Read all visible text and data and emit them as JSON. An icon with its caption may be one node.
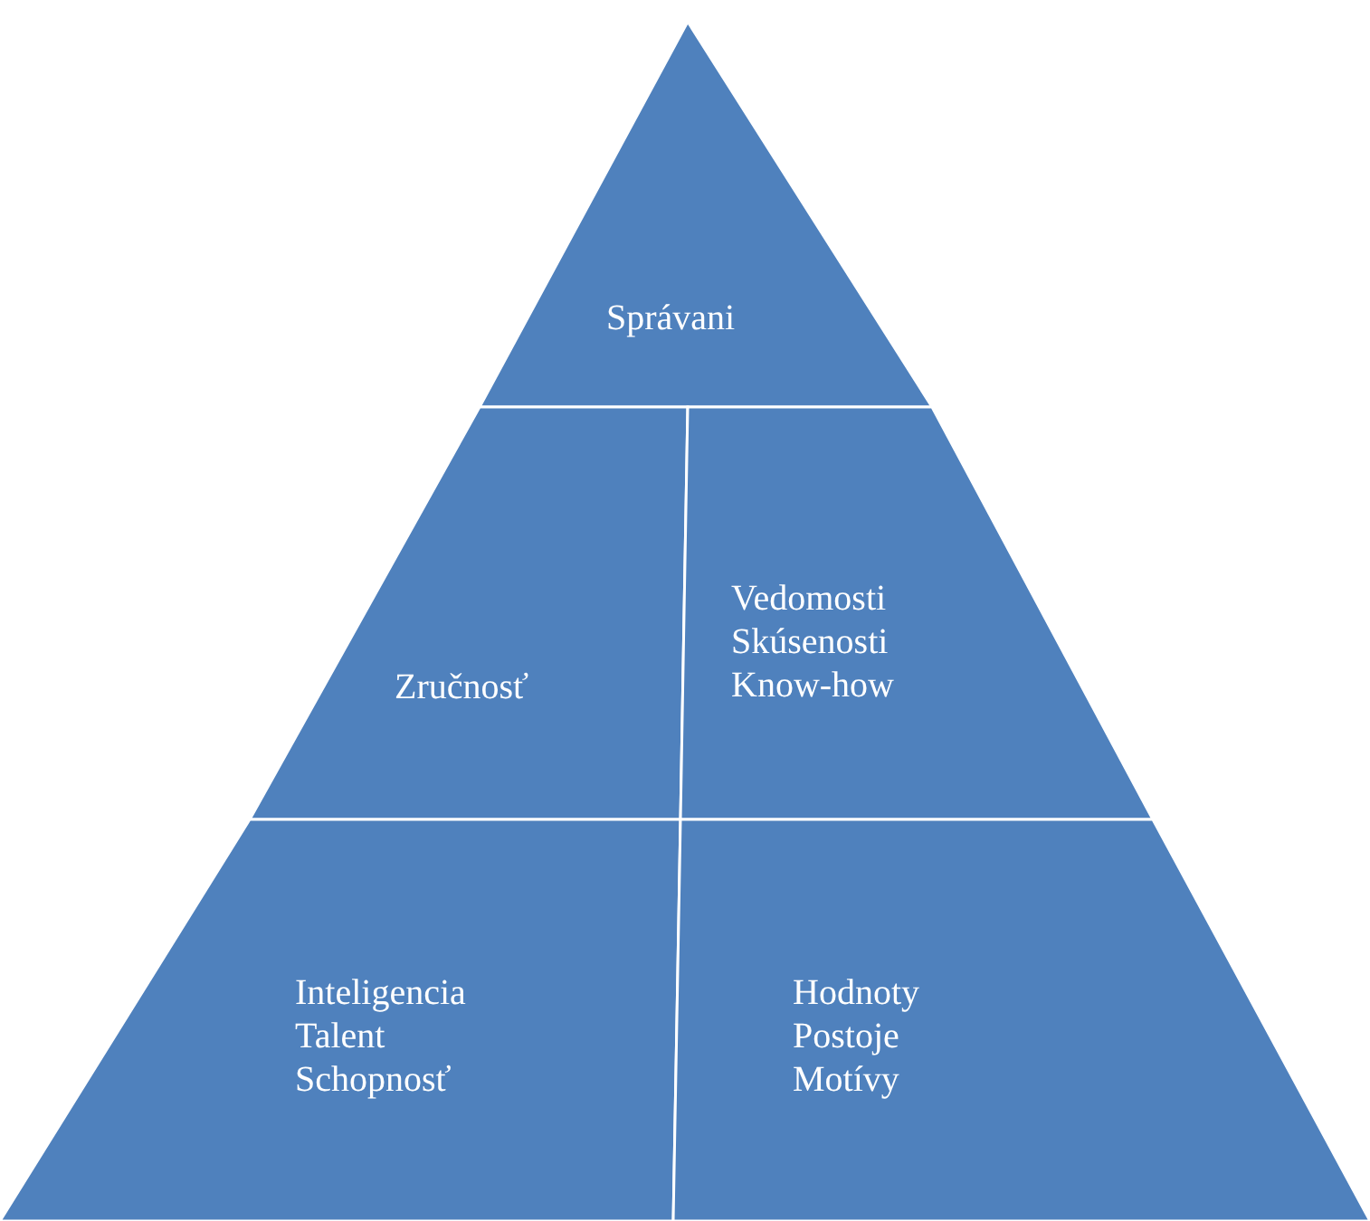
{
  "diagram": {
    "nodes": [
      {
        "text": [
          "Správani"
        ]
      },
      {
        "text": [
          "Zručnosť"
        ]
      },
      {
        "text": [
          "Vedomosti",
          "Skúsenosti",
          "Know-how"
        ]
      },
      {
        "text": [
          "Inteligencia",
          "Talent",
          "Schopnosť"
        ]
      },
      {
        "text": [
          "Hodnoty",
          "Postoje",
          "Motívy"
        ]
      }
    ]
  }
}
